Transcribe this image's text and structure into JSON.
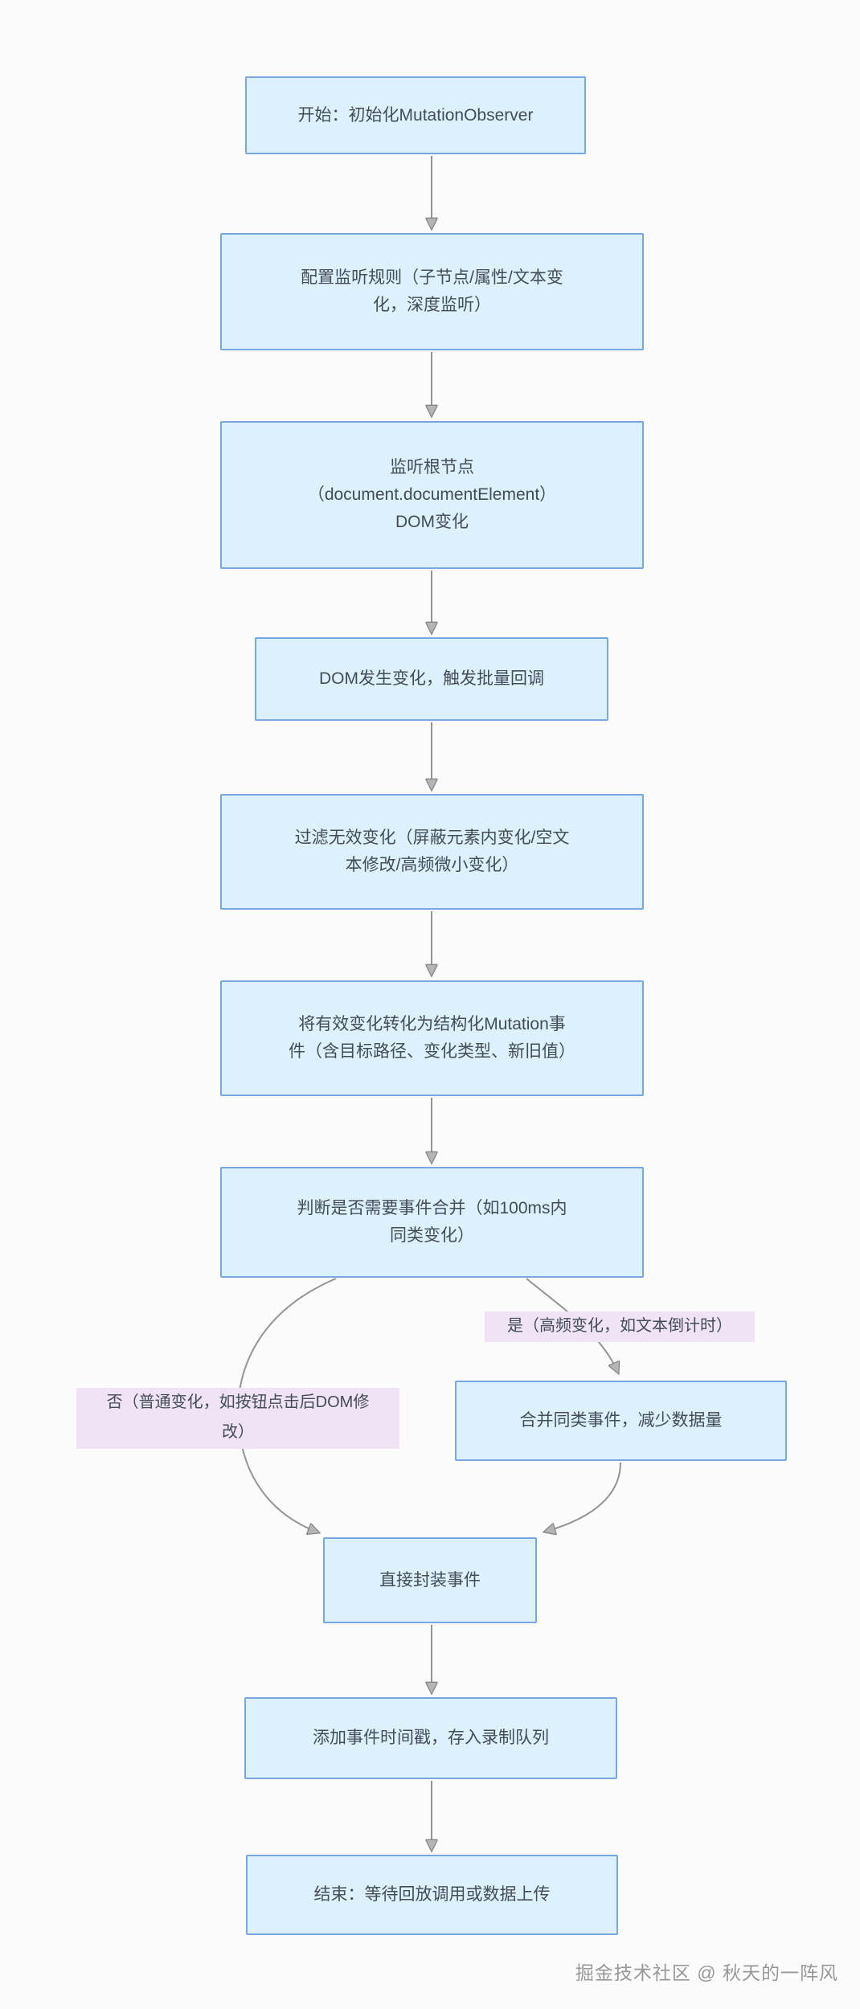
{
  "flowchart": {
    "nodes": {
      "start": {
        "label": "开始：初始化MutationObserver"
      },
      "configure": {
        "label": "配置监听规则（子节点/属性/文本变\n化，深度监听）"
      },
      "observe_root": {
        "label": "监听根节点\n（document.documentElement）\nDOM变化"
      },
      "dom_change": {
        "label": "DOM发生变化，触发批量回调"
      },
      "filter": {
        "label": "过滤无效变化（屏蔽元素内变化/空文\n本修改/高频微小变化）"
      },
      "transform": {
        "label": "将有效变化转化为结构化Mutation事\n件（含目标路径、变化类型、新旧值）"
      },
      "decide_merge": {
        "label": "判断是否需要事件合并（如100ms内\n同类变化）"
      },
      "merge_events": {
        "label": "合并同类事件，减少数据量"
      },
      "wrap_event": {
        "label": "直接封装事件"
      },
      "enqueue": {
        "label": "添加事件时间戳，存入录制队列"
      },
      "end": {
        "label": "结束：等待回放调用或数据上传"
      }
    },
    "edge_labels": {
      "yes": "是（高频变化，如文本倒计时）",
      "no": "否（普通变化，如按钮点击后DOM修\n改）"
    },
    "colors": {
      "node_fill": "#ddf1fd",
      "node_border": "#79a7e0",
      "node_text": "#434d57",
      "edge_label_fill": "#f0e3f4",
      "arrow": "#949494"
    }
  },
  "watermark": {
    "text": "掘金技术社区 @ 秋天的一阵风"
  }
}
